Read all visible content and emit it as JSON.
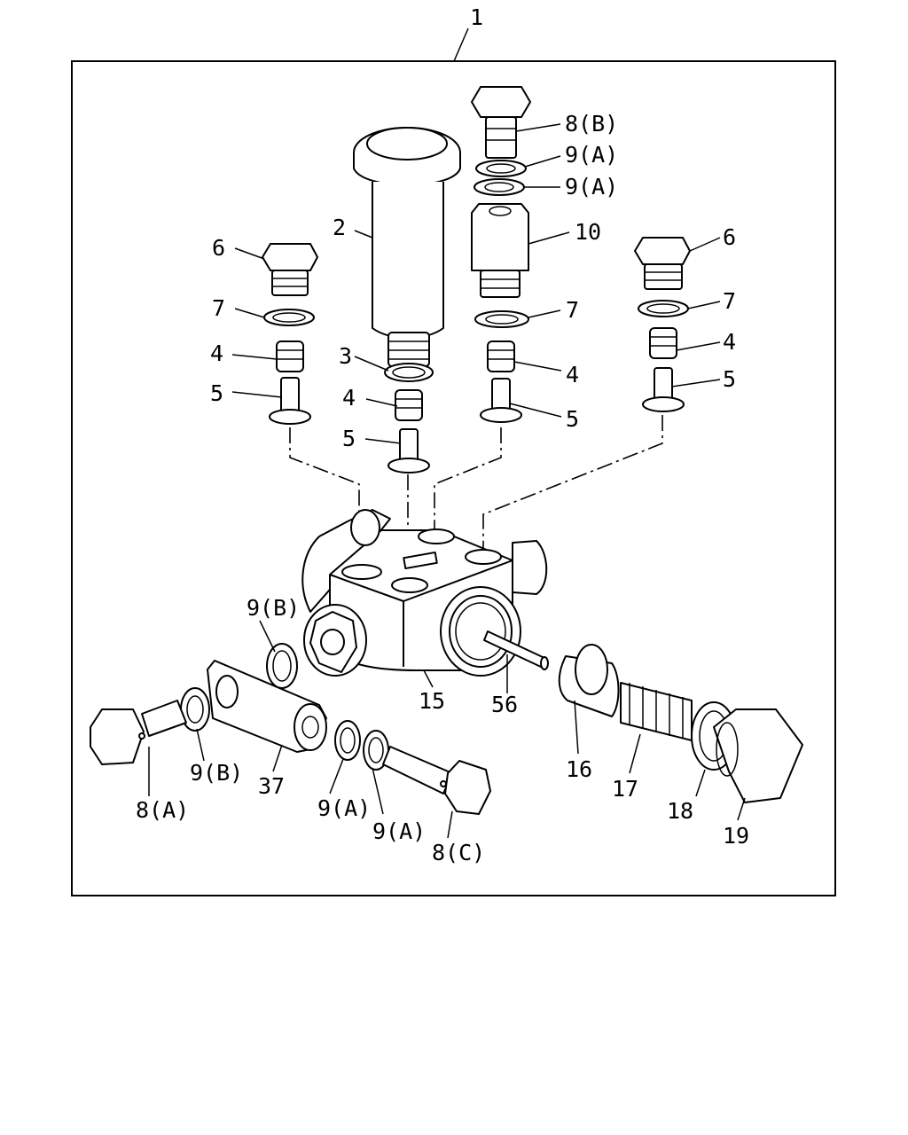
{
  "diagram": {
    "colors": {
      "ink": "#000000",
      "paper": "#ffffff"
    },
    "callouts": {
      "c1": "1",
      "c2": "2",
      "c3": "3",
      "c4_a": "4",
      "c4_b": "4",
      "c4_c": "4",
      "c4_d": "4",
      "c5_a": "5",
      "c5_b": "5",
      "c5_c": "5",
      "c5_d": "5",
      "c6_a": "6",
      "c6_b": "6",
      "c7_a": "7",
      "c7_b": "7",
      "c7_c": "7",
      "c8b": "8(B)",
      "c9a_top1": "9(A)",
      "c9a_top2": "9(A)",
      "c10": "10",
      "c9b_mid": "9(B)",
      "c15": "15",
      "c56": "56",
      "c16": "16",
      "c17": "17",
      "c18": "18",
      "c19": "19",
      "c8a": "8(A)",
      "c9b_low": "9(B)",
      "c37": "37",
      "c9a_low1": "9(A)",
      "c9a_low2": "9(A)",
      "c8c": "8(C)"
    }
  }
}
